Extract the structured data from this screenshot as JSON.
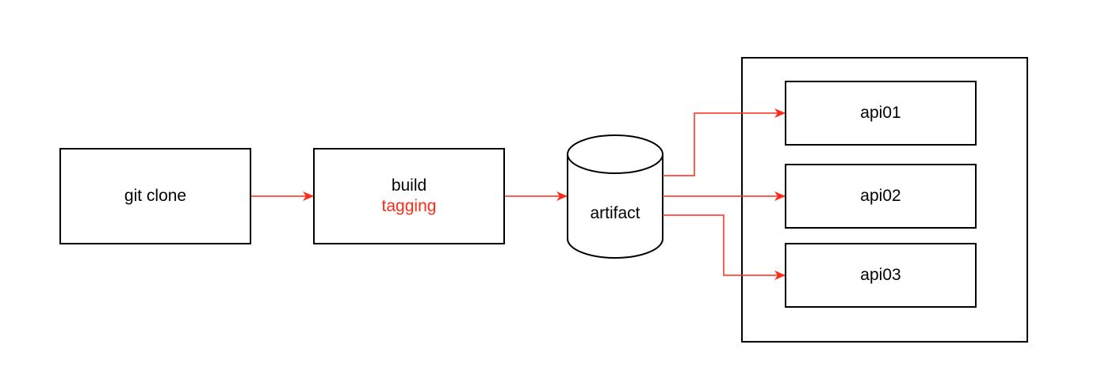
{
  "colors": {
    "edge": "#ff2a1a",
    "stroke": "#000000",
    "fill": "#ffffff",
    "highlight_text": "#ff2a1a"
  },
  "nodes": {
    "git_clone": {
      "label": "git clone"
    },
    "build": {
      "label": "build",
      "sublabel": "tagging"
    },
    "artifact": {
      "label": "artifact",
      "shape": "cylinder"
    },
    "server_group": {
      "label": ""
    },
    "api01": {
      "label": "api01"
    },
    "api02": {
      "label": "api02"
    },
    "api03": {
      "label": "api03"
    }
  },
  "edges": [
    {
      "from": "git_clone",
      "to": "build"
    },
    {
      "from": "build",
      "to": "artifact"
    },
    {
      "from": "artifact",
      "to": "api01"
    },
    {
      "from": "artifact",
      "to": "api02"
    },
    {
      "from": "artifact",
      "to": "api03"
    }
  ]
}
